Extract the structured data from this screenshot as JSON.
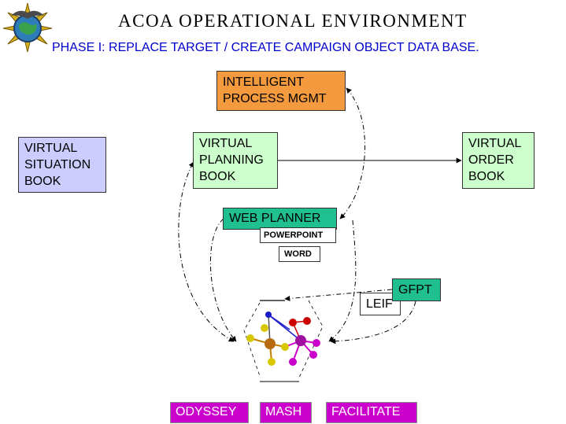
{
  "title": "ACOA OPERATIONAL ENVIRONMENT",
  "subtitle": "PHASE I:  REPLACE TARGET / CREATE CAMPAIGN OBJECT DATA BASE.",
  "boxes": {
    "ipm": [
      "INTELLIGENT",
      "PROCESS MGMT"
    ],
    "vsb": [
      "VIRTUAL",
      "SITUATION",
      "BOOK"
    ],
    "vpb": [
      "VIRTUAL",
      "PLANNING",
      "BOOK"
    ],
    "vob": [
      "VIRTUAL",
      "ORDER",
      "BOOK"
    ],
    "web": "WEB PLANNER",
    "ppt": "POWERPOINT",
    "word": "WORD",
    "leif": "LEIF",
    "gfpt": "GFPT"
  },
  "tools": [
    "ODYSSEY",
    "MASH",
    "FACILITATE"
  ],
  "colors": {
    "ipm": "#f39a3e",
    "vsb": "#ccccff",
    "vpb": "#ccffcc",
    "web": "#1fbf8f",
    "tools": "#cc00cc",
    "subtitle": "#0000cc"
  },
  "icons": [
    "emblem-icon",
    "molecule-icon"
  ]
}
